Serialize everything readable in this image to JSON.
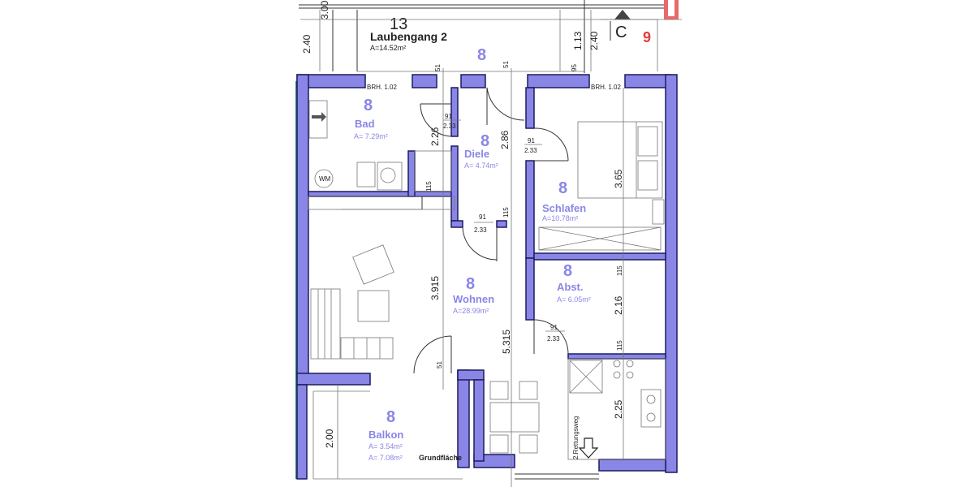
{
  "corridor": {
    "number": "13",
    "name": "Laubengang 2",
    "area": "A=14.52m²",
    "unit_number": "8",
    "marker_c": "C",
    "marker_9": "9"
  },
  "rooms": {
    "bad": {
      "number": "8",
      "name": "Bad",
      "area": "A=  7.29m²"
    },
    "diele": {
      "number": "8",
      "name": "Diele",
      "area": "A=  4.74m²"
    },
    "schlafen": {
      "number": "8",
      "name": "Schlafen",
      "area": "A=10.78m²"
    },
    "wohnen": {
      "number": "8",
      "name": "Wohnen",
      "area": "A=28.99m²"
    },
    "abst": {
      "number": "8",
      "name": "Abst.",
      "area": "A=  6.05m²"
    },
    "balkon": {
      "number": "8",
      "name": "Balkon",
      "area": "A=  3.54m²",
      "area2": "A=  7.08m²",
      "area2_label": "Grundfläche"
    }
  },
  "labels": {
    "brh_left": "BRH. 1.02",
    "brh_right": "BRH. 1.02",
    "wm": "WM",
    "escape_route": "2.Rettungsweg"
  },
  "dimensions": {
    "d_240_left": "2.40",
    "d_300": "3.00",
    "d_113": "1.13",
    "d_240_right": "2.40",
    "d_95": "95",
    "d_51_a": "51",
    "d_51_b": "51",
    "d_51_c": "51",
    "d_226": "2.26",
    "d_286": "2.86",
    "d_365": "3.65",
    "d_115_a": "115",
    "d_115_b": "115",
    "d_115_c": "115",
    "d_115_d": "115",
    "d_3915": "3.915",
    "d_5315": "5.315",
    "d_216": "2.16",
    "d_225": "2.25",
    "d_200": "2.00",
    "door_bad_a": "91",
    "door_bad_b": "2.33",
    "door_schl_a": "91",
    "door_schl_b": "2.33",
    "door_wohn_a": "91",
    "door_wohn_b": "2.33",
    "door_abst_a": "91",
    "door_abst_b": "2.33"
  },
  "colors": {
    "wall": "#8a86e6",
    "wall_outline": "#1c1c60",
    "label": "#8a86e6",
    "marker_red": "#e53b3b"
  }
}
